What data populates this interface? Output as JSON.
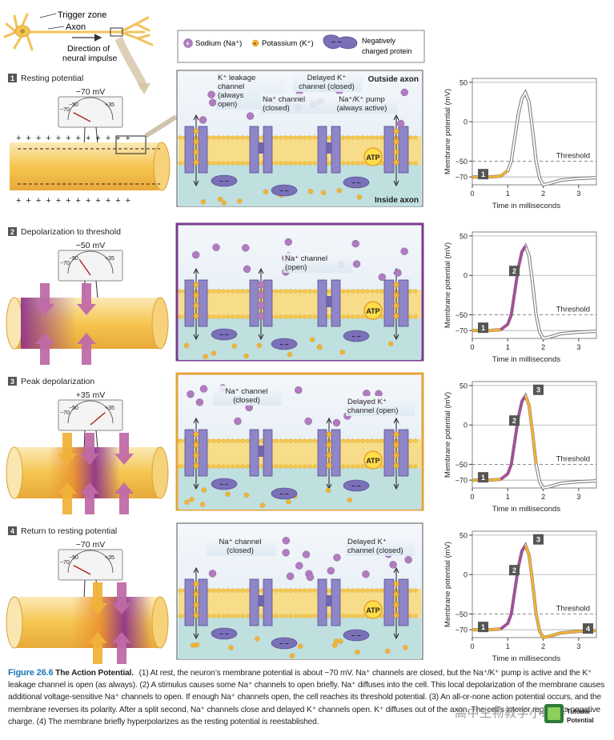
{
  "header": {
    "trigger_zone": "Trigger zone",
    "axon": "Axon",
    "direction_line1": "Direction of",
    "direction_line2": "neural impulse"
  },
  "legend": {
    "sodium": "Sodium (Na⁺)",
    "potassium": "Potassium (K⁺)",
    "protein_line1": "Negatively",
    "protein_line2": "charged protein"
  },
  "meter_ticks": {
    "left": "−50",
    "right": "+35",
    "min": "−70"
  },
  "labels": {
    "outside": "Outside axon",
    "inside": "Inside axon",
    "atp": "ATP",
    "threshold": "Threshold",
    "y_axis": "Membrane potential (mV)",
    "x_axis": "Time in milliseconds"
  },
  "steps": [
    {
      "num": "1",
      "title": "Resting potential",
      "mv": "−70 mV",
      "annotations": [
        "K⁺ leakage|channel|(always|open)",
        "Na⁺ channel|(closed)",
        "Delayed K⁺|channel (closed)",
        "Na⁺/K⁺ pump|(always active)"
      ]
    },
    {
      "num": "2",
      "title": "Depolarization to threshold",
      "mv": "−50 mV",
      "annotations": [
        "Na⁺ channel|(open)"
      ]
    },
    {
      "num": "3",
      "title": "Peak depolarization",
      "mv": "+35 mV",
      "annotations": [
        "Na⁺ channel|(closed)",
        "Delayed K⁺|channel (open)"
      ]
    },
    {
      "num": "4",
      "title": "Return to resting potential",
      "mv": "−70 mV",
      "annotations": [
        "Na⁺ channel|(closed)",
        "Delayed K⁺|channel (closed)"
      ]
    }
  ],
  "chart_data": {
    "type": "line",
    "x_ticks": [
      "0",
      "1",
      "2",
      "3"
    ],
    "y_ticks": [
      "50",
      "0",
      "−50",
      "−70"
    ],
    "xlim": [
      0,
      3.5
    ],
    "ylim": [
      -80,
      55
    ],
    "threshold": -50,
    "x": [
      0,
      0.5,
      0.8,
      1.0,
      1.1,
      1.2,
      1.3,
      1.4,
      1.5,
      1.6,
      1.7,
      1.8,
      1.9,
      2.0,
      2.2,
      2.5,
      3.0,
      3.5
    ],
    "y": [
      -70,
      -70,
      -69,
      -62,
      -50,
      -20,
      10,
      30,
      37,
      25,
      -10,
      -50,
      -72,
      -80,
      -78,
      -74,
      -72,
      -71
    ],
    "segment_markers": [
      "1",
      "2",
      "3",
      "4"
    ]
  },
  "caption": {
    "figure": "Figure 26.6",
    "title": "The Action Potential.",
    "text": "(1) At rest, the neuron’s membrane potential is about −70 mV. Na⁺ channels are closed, but the Na⁺/K⁺ pump is active and the K⁺ leakage channel is open (as always). (2) A stimulus causes some Na⁺ channels to open briefly. Na⁺ diffuses into the cell. This local depolarization of the membrane causes additional voltage-sensitive Na⁺ channels to open. If enough Na⁺ channels open, the cell reaches its threshold potential. (3) An all-or-none action potential occurs, and the membrane reverses its polarity. After a split second, Na⁺ channels close and delayed K⁺ channels open. K⁺ diffuses out of the axon. The cell’s interior regains its negative charge. (4) The membrane briefly hyperpolarizes as the resting potential is reestablished."
  },
  "badge": {
    "line1": "Tutorial",
    "line2": "Potential"
  },
  "watermark": "高中生物教学小助手",
  "colors": {
    "membrane": "#f5c84c",
    "cytoplasm": "#bfe0df",
    "channel": "#8f86c8",
    "sodium": "#b17cbf",
    "potassium": "#f2b336",
    "purple_frame": "#7a3b8e",
    "orange_frame": "#e2a43a",
    "caption_blue": "#1e73b5"
  }
}
